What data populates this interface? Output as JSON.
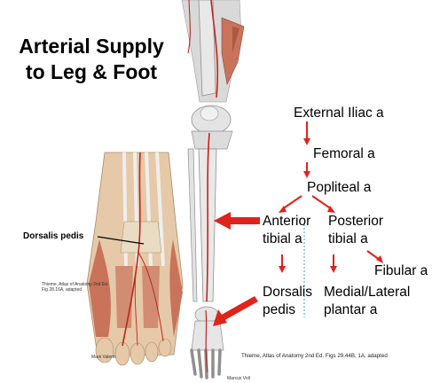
{
  "title": {
    "line1": "Arterial Supply",
    "line2": "to Leg & Foot"
  },
  "foot_image": {
    "label": "Dorsalis pedis",
    "caption_line1": "Thieme, Atlas of Anatomy 2nd Ed.",
    "caption_line2": "Fig 28.16A, adapted",
    "credit": "Mark Valerio"
  },
  "leg_image": {
    "credit": "Marcus Voll"
  },
  "flowchart": {
    "external_iliac": "External Iliac a",
    "femoral": "Femoral a",
    "popliteal": "Popliteal a",
    "anterior_tibial_line1": "Anterior",
    "anterior_tibial_line2": "tibial a",
    "posterior_tibial_line1": "Posterior",
    "posterior_tibial_line2": "tibial a",
    "fibular": "Fibular a",
    "dorsalis_pedis_line1": "Dorsalis",
    "dorsalis_pedis_line2": "pedis",
    "plantar_line1": "Medial/Lateral",
    "plantar_line2": "plantar a"
  },
  "citation": "Thieme, Atlas of Anatomy 2nd Ed. Figs 29.44B, 1A, adapted",
  "colors": {
    "arrow_red": "#e0231b",
    "bone": "#e6e6e6",
    "muscle": "#c9735a",
    "artery": "#c0261c",
    "dotted_line": "#4a9fb5"
  }
}
